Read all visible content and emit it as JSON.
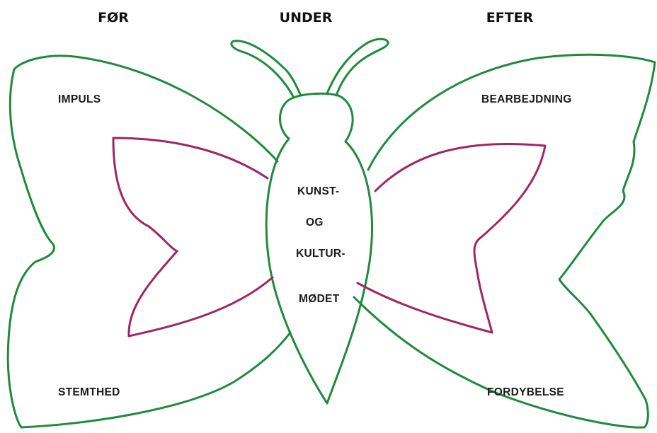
{
  "headers": {
    "before": "FØR",
    "during": "UNDER",
    "after": "EFTER"
  },
  "wing_labels": {
    "top_left": "IMPULS",
    "top_right": "BEARBEJDNING",
    "bottom_left": "STEMTHED",
    "bottom_right": "FORDYBELSE"
  },
  "body_text": {
    "line1": "KUNST-",
    "line2": "OG",
    "line3": "KULTUR-",
    "line4": "MØDET"
  },
  "colors": {
    "outline": "#1f8a3c",
    "inner_wing": "#a0265f",
    "text": "#1a1a1a"
  }
}
